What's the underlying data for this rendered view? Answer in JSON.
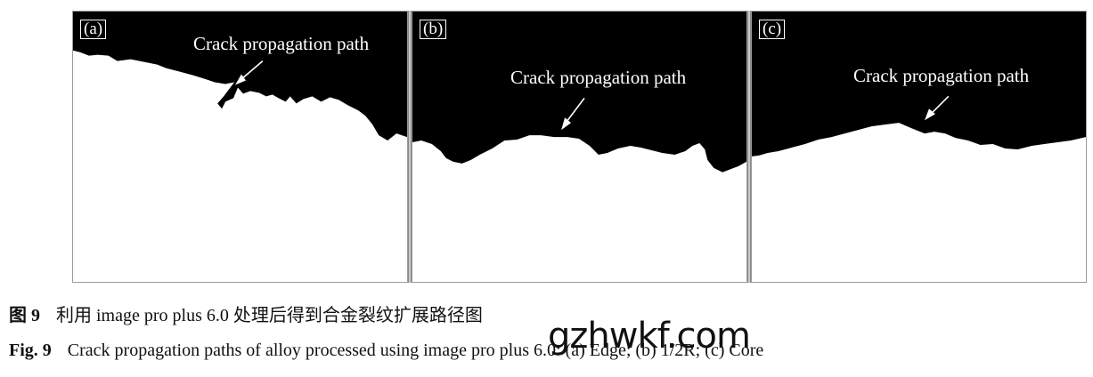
{
  "panels": [
    {
      "label": "(a)",
      "annotation": "Crack propagation path"
    },
    {
      "label": "(b)",
      "annotation": "Crack propagation path"
    },
    {
      "label": "(c)",
      "annotation": "Crack propagation path"
    }
  ],
  "caption_cn": {
    "fig": "图 9",
    "text": "利用 image pro plus 6.0 处理后得到合金裂纹扩展路径图"
  },
  "caption_en": {
    "fig": "Fig. 9",
    "text": "Crack propagation paths of alloy processed using image pro plus 6.0: (a) Edge; (b) 1/2R; (c) Core"
  },
  "watermark": "gzhwkf.com"
}
